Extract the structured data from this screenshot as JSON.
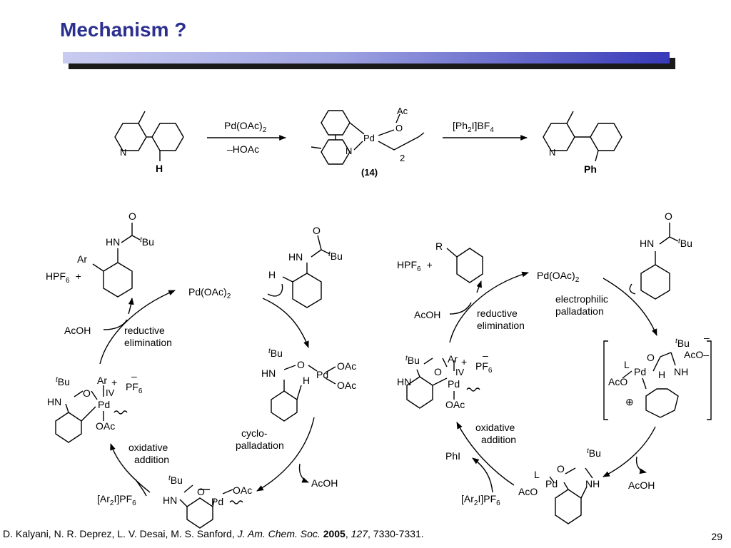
{
  "slide": {
    "title": "Mechanism ?",
    "page_number": "29",
    "colors": {
      "title": "#2b2f8f",
      "bar_dark": "#383ab8",
      "bar_light": "#c9ccf0"
    }
  },
  "top_scheme": {
    "arrow1_above": "Pd(OAc)",
    "arrow1_above_sub": "2",
    "arrow1_below": "–HOAc",
    "arrow2_above": "[Ph",
    "arrow2_above_sub": "2",
    "arrow2_above_tail": "I]BF",
    "arrow2_above_sub2": "4",
    "start_H": "H",
    "start_N": "N",
    "inter_pd": "Pd",
    "inter_n": "N",
    "inter_ac": "Ac",
    "inter_o": "O",
    "inter_2": "2",
    "compound_label": "(14)",
    "product_ph": "Ph",
    "product_n": "N"
  },
  "left_cycle": {
    "top_catalyst": "Pd(OAc)",
    "top_catalyst_sub": "2",
    "reductive": "reductive",
    "elimination": "elimination",
    "acoh_left": "AcOH",
    "hpf6": "HPF",
    "hpf6_sub": "6",
    "plus": "+",
    "ar": "Ar",
    "hn": "HN",
    "o": "O",
    "tbu": "Bu",
    "t": "t",
    "h": "H",
    "pd": "Pd",
    "oac": "OAc",
    "iv": "IV",
    "pf6": "PF",
    "pf6_sub": "6",
    "minus": "–",
    "cyclo": "cyclo-",
    "palladation": "palladation",
    "acoh_bottom": "AcOH",
    "oxidative": "oxidative",
    "addition": "addition",
    "oxidant": "[Ar",
    "oxidant_sub": "2",
    "oxidant_tail": "I]PF",
    "oxidant_sub2": "6"
  },
  "right_cycle": {
    "top_catalyst": "Pd(OAc)",
    "top_catalyst_sub": "2",
    "electrophilic": "electrophilic",
    "palladation": "palladation",
    "reductive": "reductive",
    "elimination": "elimination",
    "acoh_left": "AcOH",
    "hpf6": "HPF",
    "hpf6_sub": "6",
    "r": "R",
    "plus": "+",
    "l": "L",
    "aco": "AcO",
    "nh": "NH",
    "oplus": "⊕",
    "acoh_bottom": "AcOH",
    "oxidative": "oxidative",
    "addition": "addition",
    "phi": "PhI",
    "oxidant": "[Ar",
    "oxidant_sub": "2",
    "oxidant_tail": "I]PF",
    "oxidant_sub2": "6",
    "ar": "Ar",
    "pf6": "PF",
    "pf6_sub": "6",
    "iv": "IV"
  },
  "citation": {
    "authors": "D. Kalyani, N. R. Deprez, L. V. Desai, M. S. Sanford, ",
    "journal": "J. Am. Chem. Soc.",
    "year": "2005",
    "volume": "127",
    "pages": ", 7330-7331."
  }
}
